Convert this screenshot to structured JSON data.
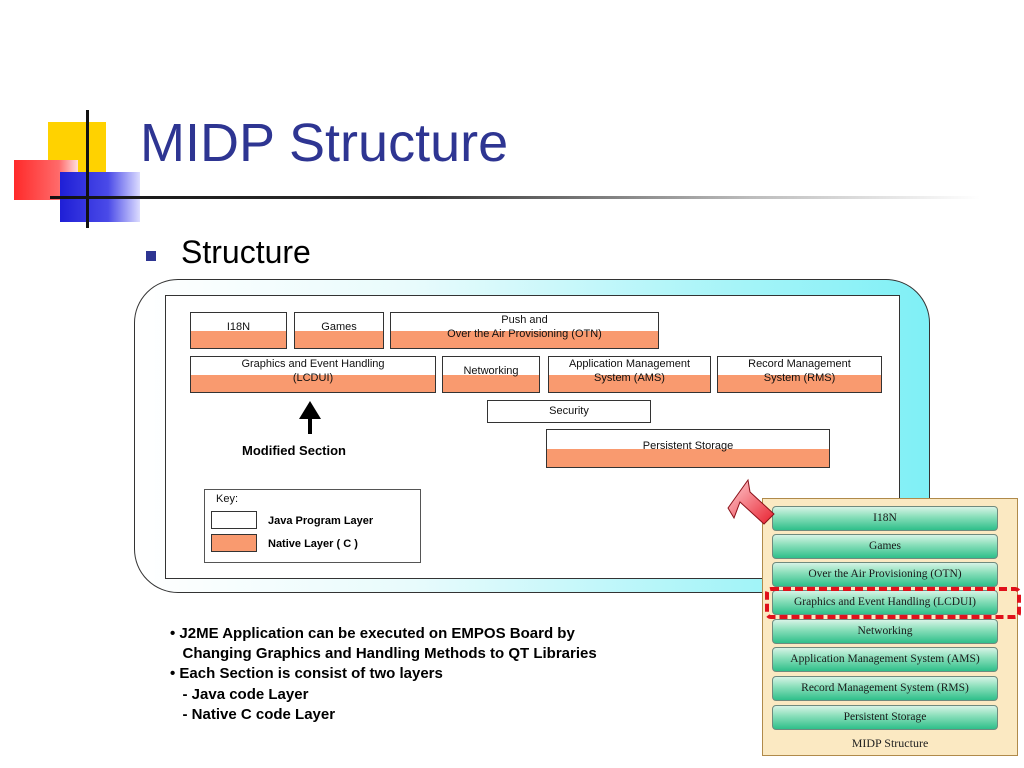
{
  "title": "MIDP Structure",
  "subtitle": "Structure",
  "colors": {
    "title": "#2e3592",
    "native_layer": "#f99a6f",
    "java_layer": "#ffffff",
    "highlight": "#e0101a",
    "panel_box": "#2fbf8a"
  },
  "diagram": {
    "boxes": {
      "i18n": "I18N",
      "games": "Games",
      "push_l1": "Push and",
      "push_l2": "Over the Air Provisioning (OTN)",
      "graphics_l1": "Graphics and Event Handling",
      "graphics_l2": "(LCDUI)",
      "networking": "Networking",
      "ams_l1": "Application Management",
      "ams_l2": "System (AMS)",
      "rms_l1": "Record Management",
      "rms_l2": "System (RMS)",
      "security": "Security",
      "persistent": "Persistent Storage"
    },
    "modified_label": "Modified Section",
    "key": {
      "title": "Key:",
      "java": "Java Program Layer",
      "native": "Native Layer ( C )"
    }
  },
  "notes": {
    "line1": "• J2ME Application can be executed on EMPOS Board by",
    "line2": "   Changing Graphics and Handling Methods to QT Libraries",
    "line3": "• Each Section is consist of two layers",
    "line4": "   - Java code Layer",
    "line5": "   - Native C code Layer"
  },
  "panel": {
    "items": [
      "I18N",
      "Games",
      "Over the Air Provisioning (OTN)",
      "Graphics and Event Handling (LCDUI)",
      "Networking",
      "Application Management System (AMS)",
      "Record Management System (RMS)",
      "Persistent Storage"
    ],
    "caption": "MIDP Structure"
  }
}
